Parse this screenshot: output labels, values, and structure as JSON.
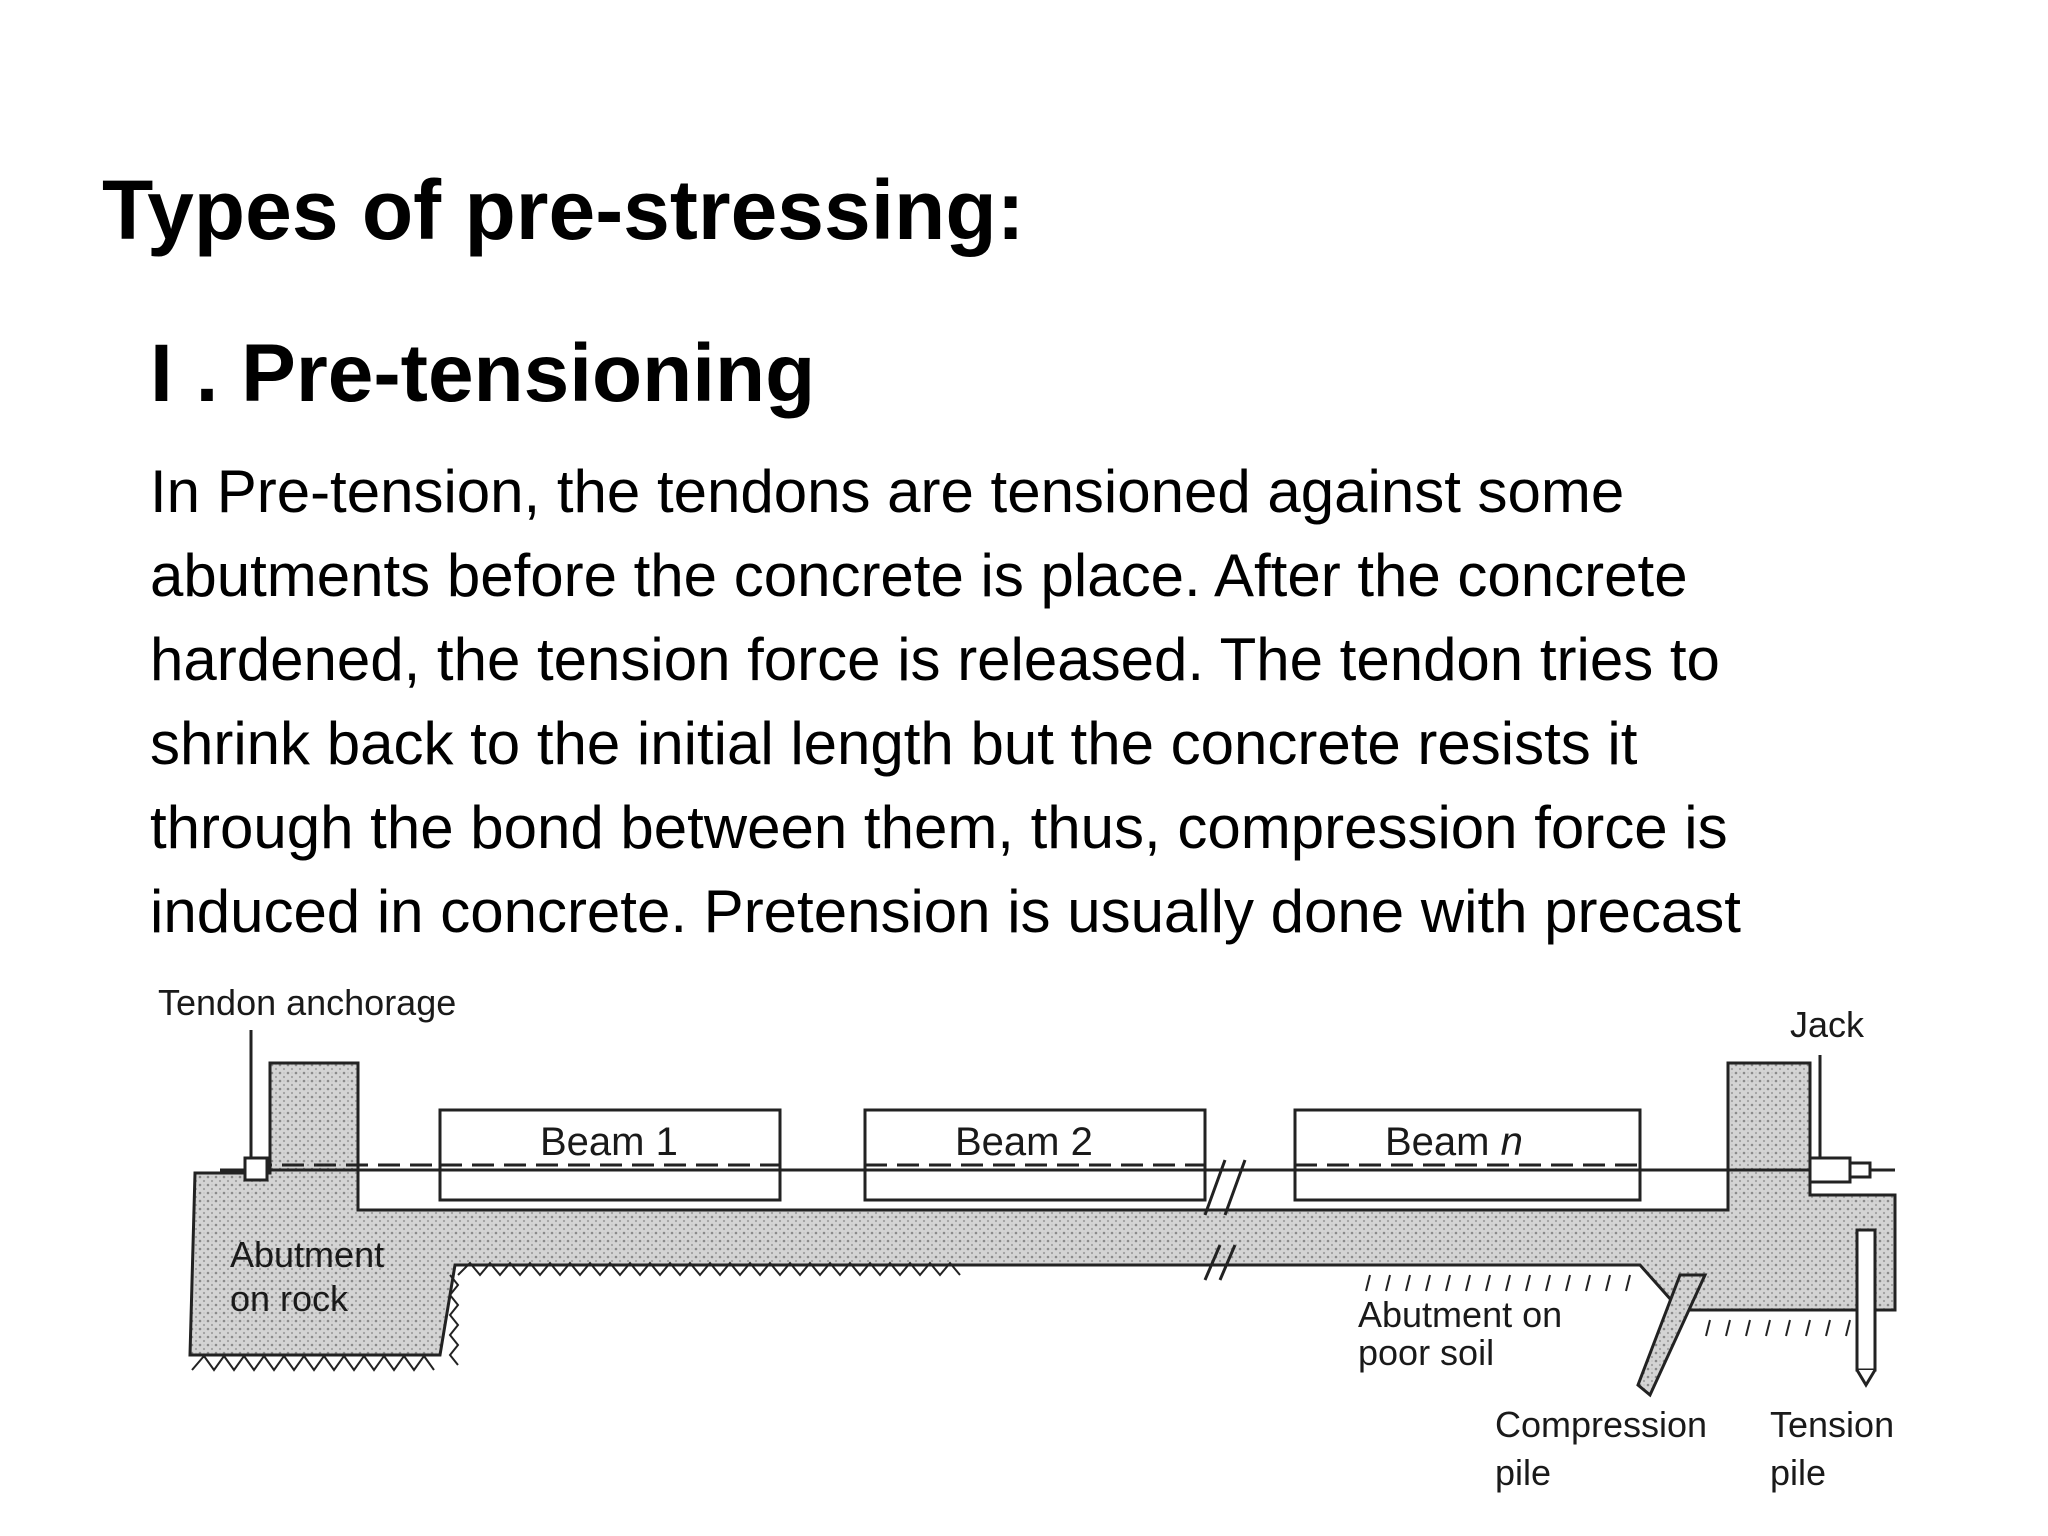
{
  "slide": {
    "title": "Types of pre-stressing:",
    "subtitle": "I . Pre-tensioning",
    "body_lines": [
      "In Pre-tension, the tendons are tensioned against some",
      "abutments before the concrete is place. After the concrete",
      "hardened, the tension force is released. The tendon tries to",
      "shrink back to the initial length but the concrete resists it",
      "through the bond between them, thus, compression force is",
      "induced in concrete. Pretension is usually done with precast"
    ]
  },
  "figure": {
    "labels": {
      "tendon_anchorage": "Tendon anchorage",
      "jack": "Jack",
      "beam1": "Beam 1",
      "beam2": "Beam 2",
      "beam_n_prefix": "Beam ",
      "beam_n_suffix": "n",
      "abutment_rock_line1": "Abutment",
      "abutment_rock_line2": "on rock",
      "abutment_soil_line1": "Abutment on",
      "abutment_soil_line2": "poor soil",
      "compression_pile_line1": "Compression",
      "compression_pile_line2": "pile",
      "tension_pile_line1": "Tension",
      "tension_pile_line2": "pile"
    }
  }
}
